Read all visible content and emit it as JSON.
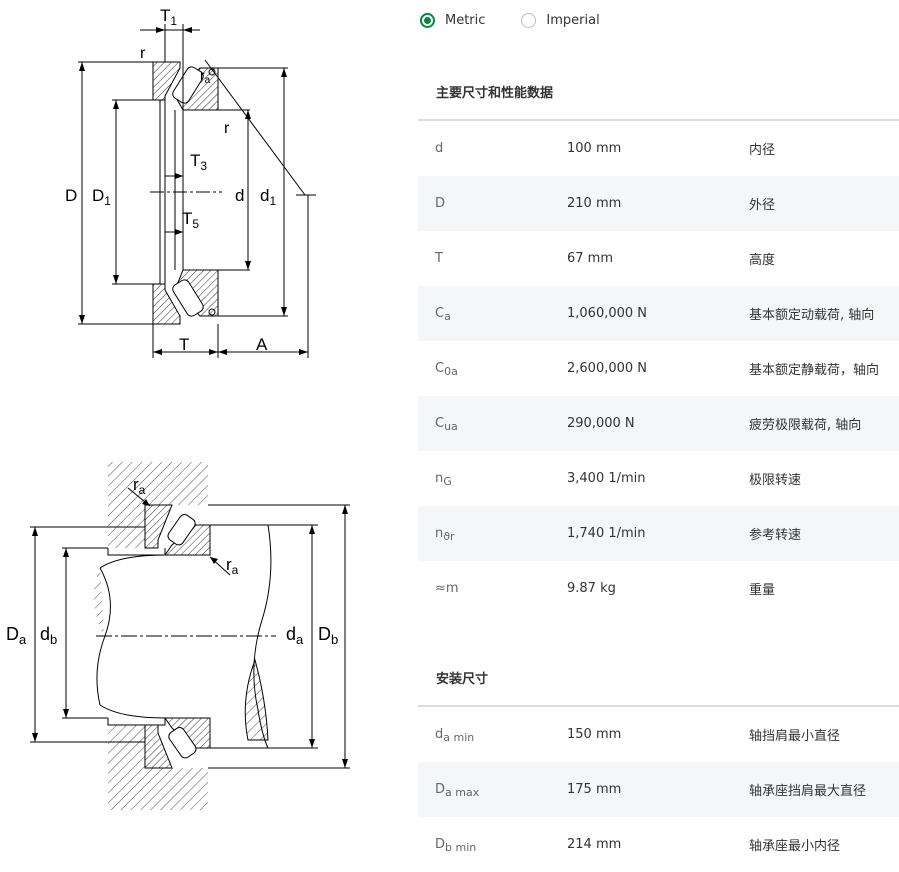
{
  "units": {
    "options": [
      {
        "label": "Metric",
        "selected": true
      },
      {
        "label": "Imperial",
        "selected": false
      }
    ]
  },
  "drawing_labels": {
    "top": {
      "T1": "T",
      "T1_sub": "1",
      "r": "r",
      "D": "D",
      "D1": "D",
      "D1_sub": "1",
      "T3": "T",
      "T3_sub": "3",
      "d": "d",
      "d1": "d",
      "d1_sub": "1",
      "T5": "T",
      "T5_sub": "5",
      "T": "T",
      "A": "A",
      "ra": "r",
      "ra_sub": "a"
    },
    "bottom": {
      "ra": "r",
      "ra_sub": "a",
      "Da": "D",
      "Da_sub": "a",
      "db": "d",
      "db_sub": "b",
      "da": "d",
      "da_sub": "a",
      "Db": "D",
      "Db_sub": "b"
    }
  },
  "main_section": {
    "title": "主要尺寸和性能数据",
    "rows": [
      {
        "sym": "d",
        "sub": "",
        "value": "100 mm",
        "desc": "内径"
      },
      {
        "sym": "D",
        "sub": "",
        "value": "210 mm",
        "desc": "外径"
      },
      {
        "sym": "T",
        "sub": "",
        "value": "67 mm",
        "desc": "高度"
      },
      {
        "sym": "C",
        "sub": "a",
        "value": "1,060,000 N",
        "desc": "基本额定动载荷, 轴向"
      },
      {
        "sym": "C",
        "sub": "0a",
        "value": "2,600,000 N",
        "desc": "基本额定静载荷，轴向"
      },
      {
        "sym": "C",
        "sub": "ua",
        "value": "290,000 N",
        "desc": "疲劳极限载荷, 轴向"
      },
      {
        "sym": "n",
        "sub": "G",
        "value": "3,400 1/min",
        "desc": "极限转速"
      },
      {
        "sym": "n",
        "sub": "ϑr",
        "value": "1,740 1/min",
        "desc": "参考转速"
      },
      {
        "sym": "≈m",
        "sub": "",
        "value": "9.87 kg",
        "desc": "重量"
      }
    ]
  },
  "mounting_section": {
    "title": "安装尺寸",
    "rows": [
      {
        "sym": "d",
        "sub": "a min",
        "value": "150 mm",
        "desc": "轴挡肩最小直径"
      },
      {
        "sym": "D",
        "sub": "a max",
        "value": "175 mm",
        "desc": "轴承座挡肩最大直径"
      },
      {
        "sym": "D",
        "sub": "b min",
        "value": "214 mm",
        "desc": "轴承座最小内径"
      }
    ]
  },
  "colors": {
    "accent": "#00893d",
    "row_shade": "#f4f6f7",
    "table_rule": "#d7dde1"
  }
}
